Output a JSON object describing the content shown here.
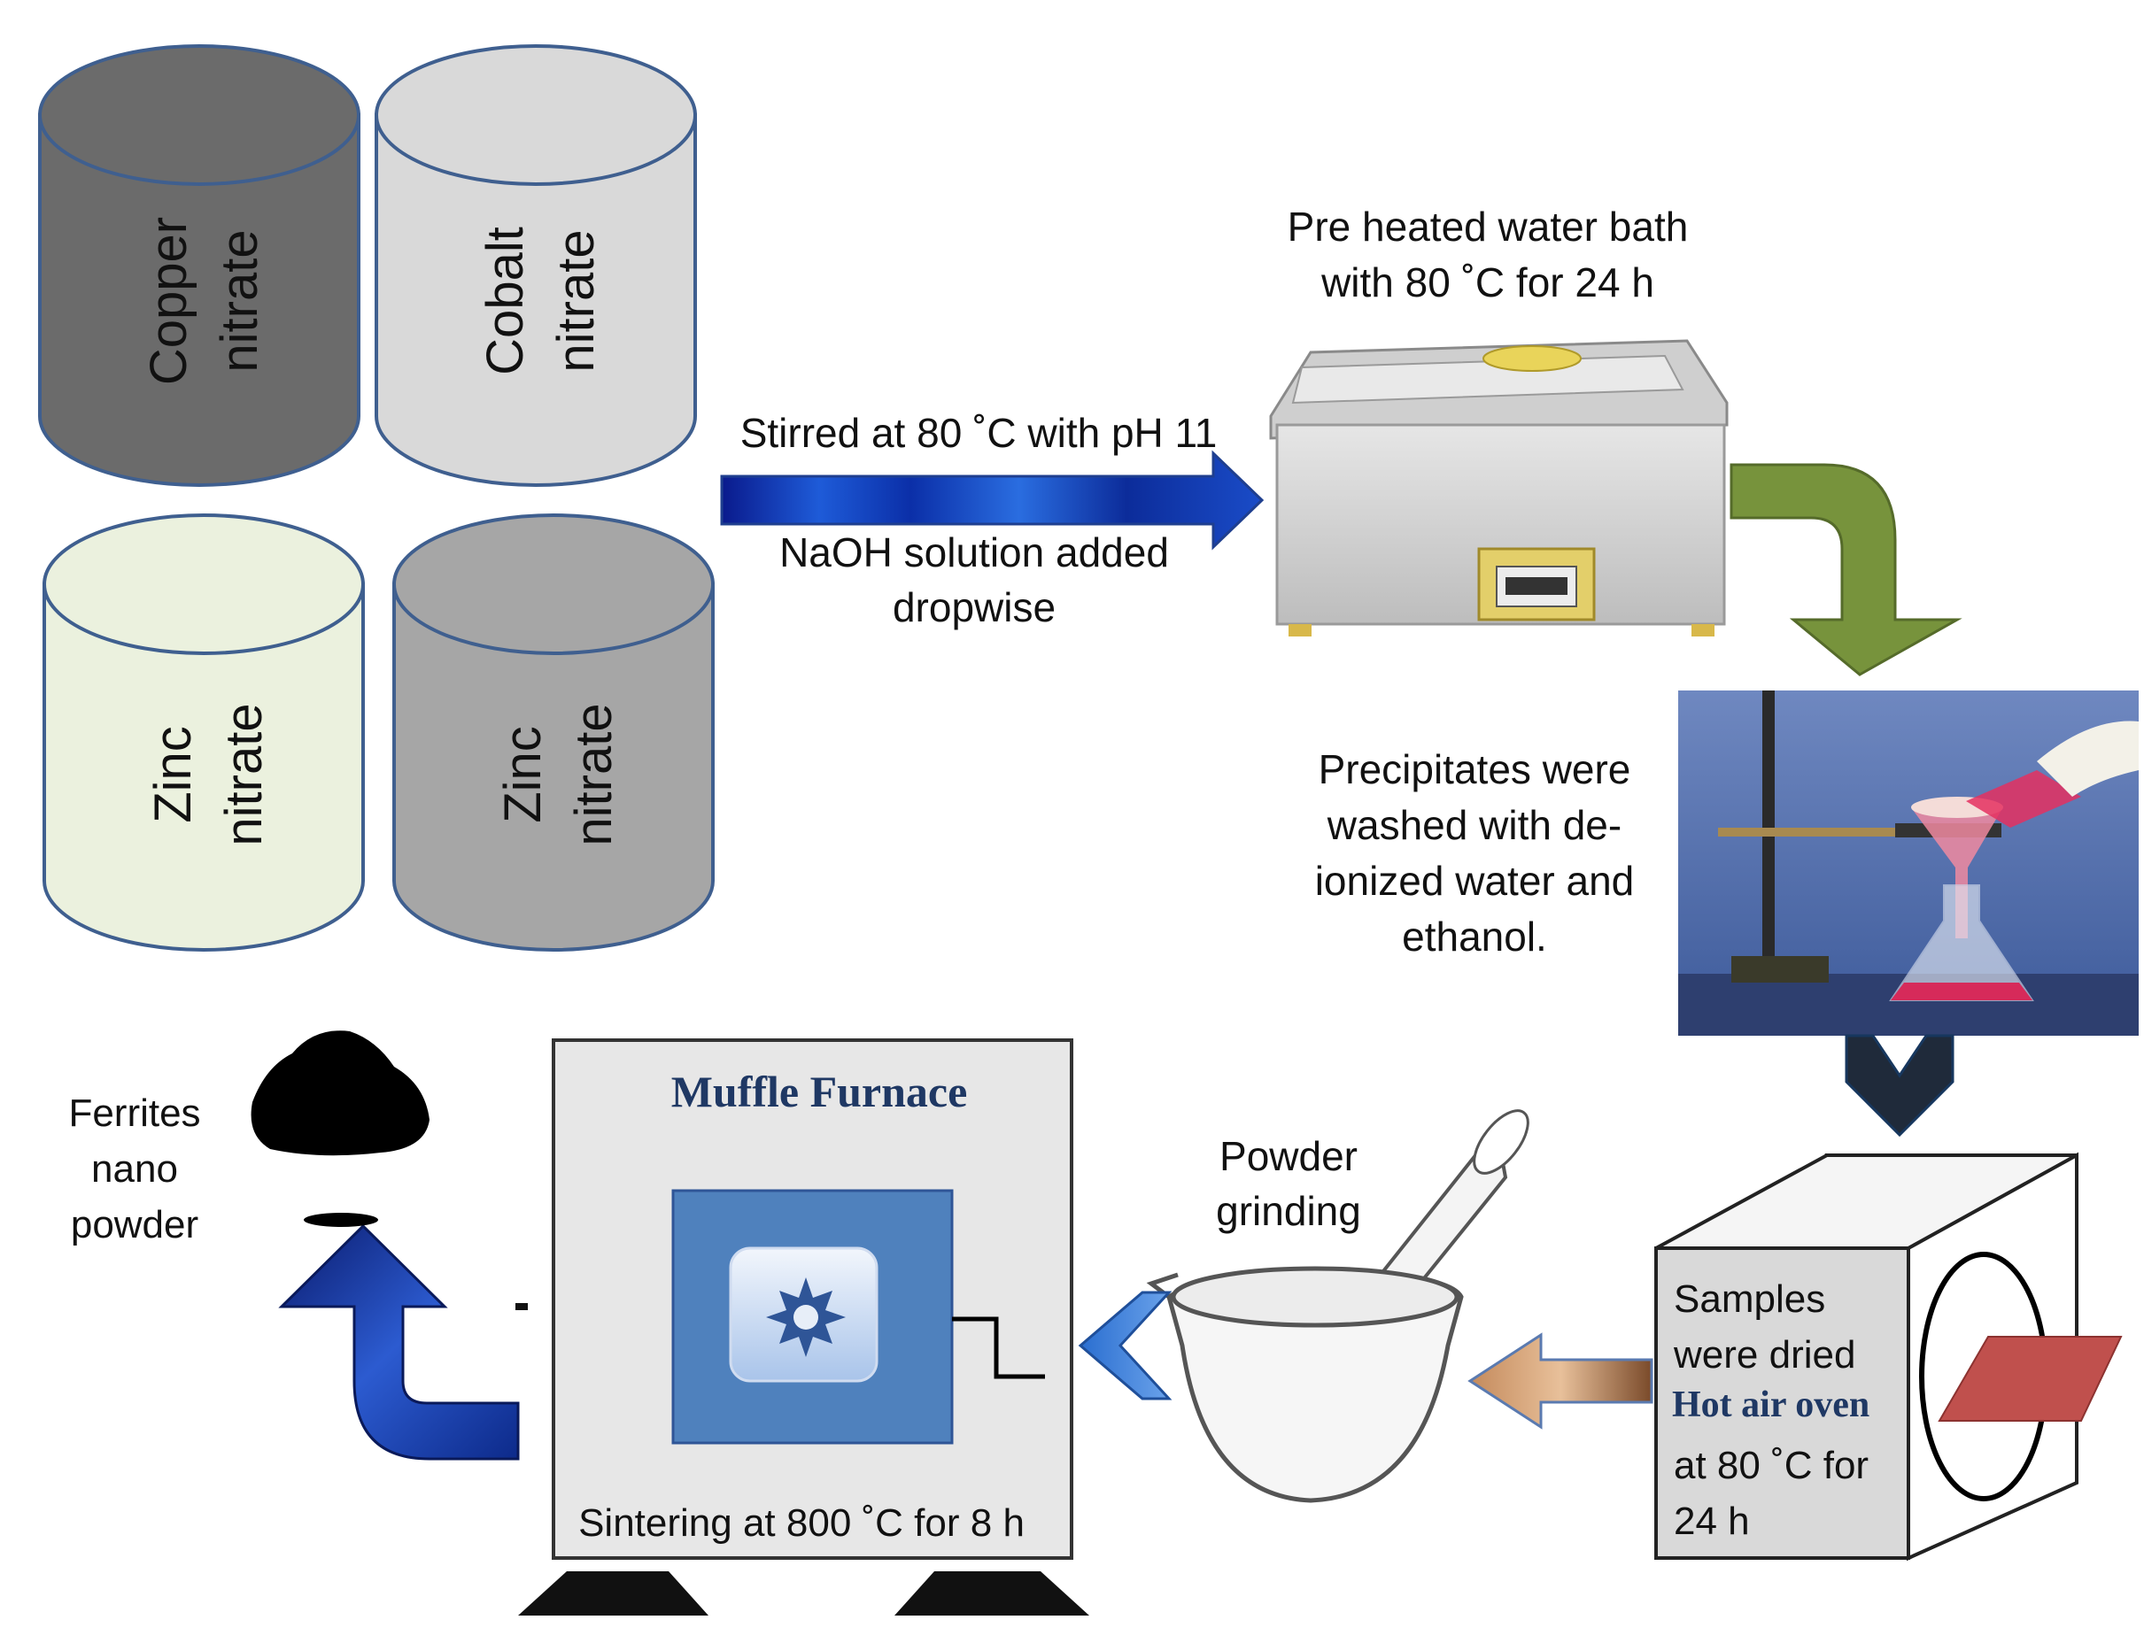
{
  "cylinders": [
    {
      "id": "copper",
      "line1": "Copper",
      "line2": "nitrate"
    },
    {
      "id": "cobalt",
      "line1": "Cobalt",
      "line2": "nitrate"
    },
    {
      "id": "zinc-a",
      "line1": "Zinc",
      "line2": "nitrate"
    },
    {
      "id": "zinc-b",
      "line1": "Zinc",
      "line2": "nitrate"
    }
  ],
  "steps": {
    "stir_top": "Stirred at 80 ˚C with pH 11",
    "stir_bottom_1": "NaOH solution added",
    "stir_bottom_2": "dropwise",
    "bath_1": "Pre heated water bath",
    "bath_2": "with 80  ˚C for 24 h",
    "wash_1": "Precipitates were",
    "wash_2": "washed with de-",
    "wash_3": "ionized water and",
    "wash_4": "ethanol.",
    "oven_1": "Samples",
    "oven_2": "were dried",
    "oven_title": "Hot air oven",
    "oven_3": "at 80  ˚C for",
    "oven_4": "24 h",
    "grind_1": "Powder",
    "grind_2": "grinding",
    "furnace_title": "Muffle Furnace",
    "furnace_caption": "Sintering at 800  ˚C for 8 h",
    "product_1": "Ferrites",
    "product_2": "nano",
    "product_3": "powder"
  },
  "colors": {
    "copper": "#6b6b6b",
    "cobalt": "#d9d9d9",
    "zinc_a": "#ebf1de",
    "zinc_b": "#a6a6a6",
    "cylinder_stroke": "#3f5f8f",
    "green_arrow": "#77933c",
    "navy_chevron": "#17375e",
    "furnace_panel": "#4f81bd",
    "oven_plate": "#c0504d"
  }
}
